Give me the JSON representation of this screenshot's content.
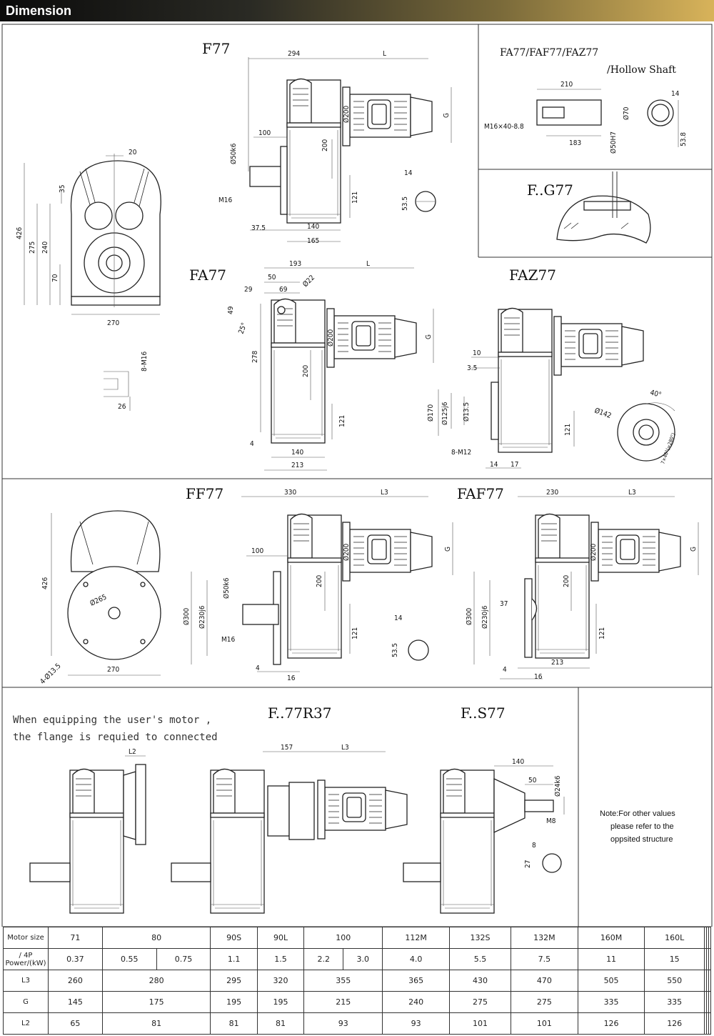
{
  "header": {
    "title": "Dimension"
  },
  "views": {
    "f77": {
      "title": "F77",
      "dims": [
        "294",
        "L",
        "Ø200",
        "G",
        "100",
        "Ø50k6",
        "200",
        "M16",
        "121",
        "37.5",
        "140",
        "165",
        "14",
        "53.5"
      ]
    },
    "front": {
      "dims": [
        "20",
        "35",
        "426",
        "275",
        "240",
        "70",
        "270",
        "8-M16",
        "26"
      ]
    },
    "hollow": {
      "title": "FA77/FAF77/FAZ77",
      "subtitle": "/Hollow Shaft",
      "dims": [
        "210",
        "14",
        "M16×40-8.8",
        "Ø70",
        "Ø50H7",
        "183",
        "53.8"
      ]
    },
    "fg77": {
      "title": "F..G77"
    },
    "fa77": {
      "title": "FA77",
      "dims": [
        "193",
        "L",
        "50",
        "29",
        "69",
        "Ø22",
        "49",
        "25°",
        "278",
        "Ø200",
        "G",
        "200",
        "121",
        "4",
        "140",
        "213"
      ]
    },
    "faz77": {
      "title": "FAZ77",
      "dims": [
        "10",
        "3.5",
        "Ø170",
        "Ø125j6",
        "Ø13.5",
        "8-M12",
        "121",
        "14",
        "17",
        "40°",
        "Ø142",
        "7×40°(=280°)"
      ]
    },
    "ff77": {
      "title": "FF77",
      "dims": [
        "330",
        "L3",
        "100",
        "Ø50k6",
        "Ø300",
        "Ø230j6",
        "Ø200",
        "200",
        "G",
        "M16",
        "121",
        "4",
        "16",
        "14",
        "53.5"
      ]
    },
    "ff77_front": {
      "dims": [
        "426",
        "Ø265",
        "270",
        "4-Ø13.5"
      ]
    },
    "faf77": {
      "title": "FAF77",
      "dims": [
        "230",
        "L3",
        "Ø200",
        "G",
        "200",
        "Ø300",
        "Ø230j6",
        "37",
        "121",
        "213",
        "4",
        "16"
      ]
    },
    "user_motor": {
      "line1": "When equipping the user's motor ,",
      "line2": "the flange is requied to connected",
      "dims": [
        "L2"
      ]
    },
    "r37": {
      "title": "F..77R37",
      "dims": [
        "157",
        "L3"
      ]
    },
    "s77": {
      "title": "F..S77",
      "dims": [
        "140",
        "50",
        "Ø24k6",
        "M8",
        "8",
        "27"
      ]
    },
    "note": {
      "line1": "Note:For other values",
      "line2": "please refer to the",
      "line3": "oppsited structure"
    }
  },
  "table": {
    "row_labels": [
      "Motor size",
      "/ 4P Power/(kW)",
      "L3",
      "G",
      "L2"
    ],
    "motor_size": [
      "71",
      "80",
      "90S",
      "90L",
      "100",
      "112M",
      "132S",
      "132M",
      "160M",
      "160L"
    ],
    "power": [
      "0.37",
      "0.55",
      "0.75",
      "1.1",
      "1.5",
      "2.2",
      "3.0",
      "4.0",
      "5.5",
      "7.5",
      "11",
      "15"
    ],
    "L3": [
      "260",
      "280",
      "295",
      "320",
      "355",
      "365",
      "430",
      "470",
      "505",
      "550"
    ],
    "G": [
      "145",
      "175",
      "195",
      "195",
      "215",
      "240",
      "275",
      "275",
      "335",
      "335"
    ],
    "L2": [
      "65",
      "81",
      "81",
      "81",
      "93",
      "93",
      "101",
      "101",
      "126",
      "126"
    ]
  }
}
